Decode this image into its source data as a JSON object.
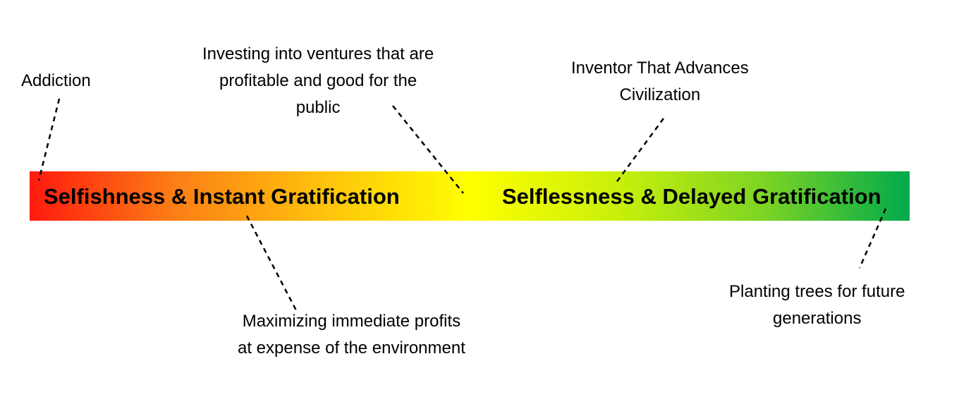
{
  "spectrum": {
    "left_label": "Selfishness & Instant Gratification",
    "right_label": "Selflessness & Delayed Gratification",
    "colors": [
      "#ff1a0e",
      "#fb7f16",
      "#ffc20c",
      "#ffff00",
      "#c8f00a",
      "#7ed424",
      "#00aa4c"
    ]
  },
  "callouts": {
    "addiction": [
      "Addiction"
    ],
    "investing": [
      "Investing into ventures that are",
      "profitable and good for the",
      "public"
    ],
    "inventor": [
      "Inventor That Advances",
      "Civilization"
    ],
    "maximizing": [
      "Maximizing immediate profits",
      "at expense of the environment"
    ],
    "planting": [
      "Planting trees for future",
      "generations"
    ]
  }
}
